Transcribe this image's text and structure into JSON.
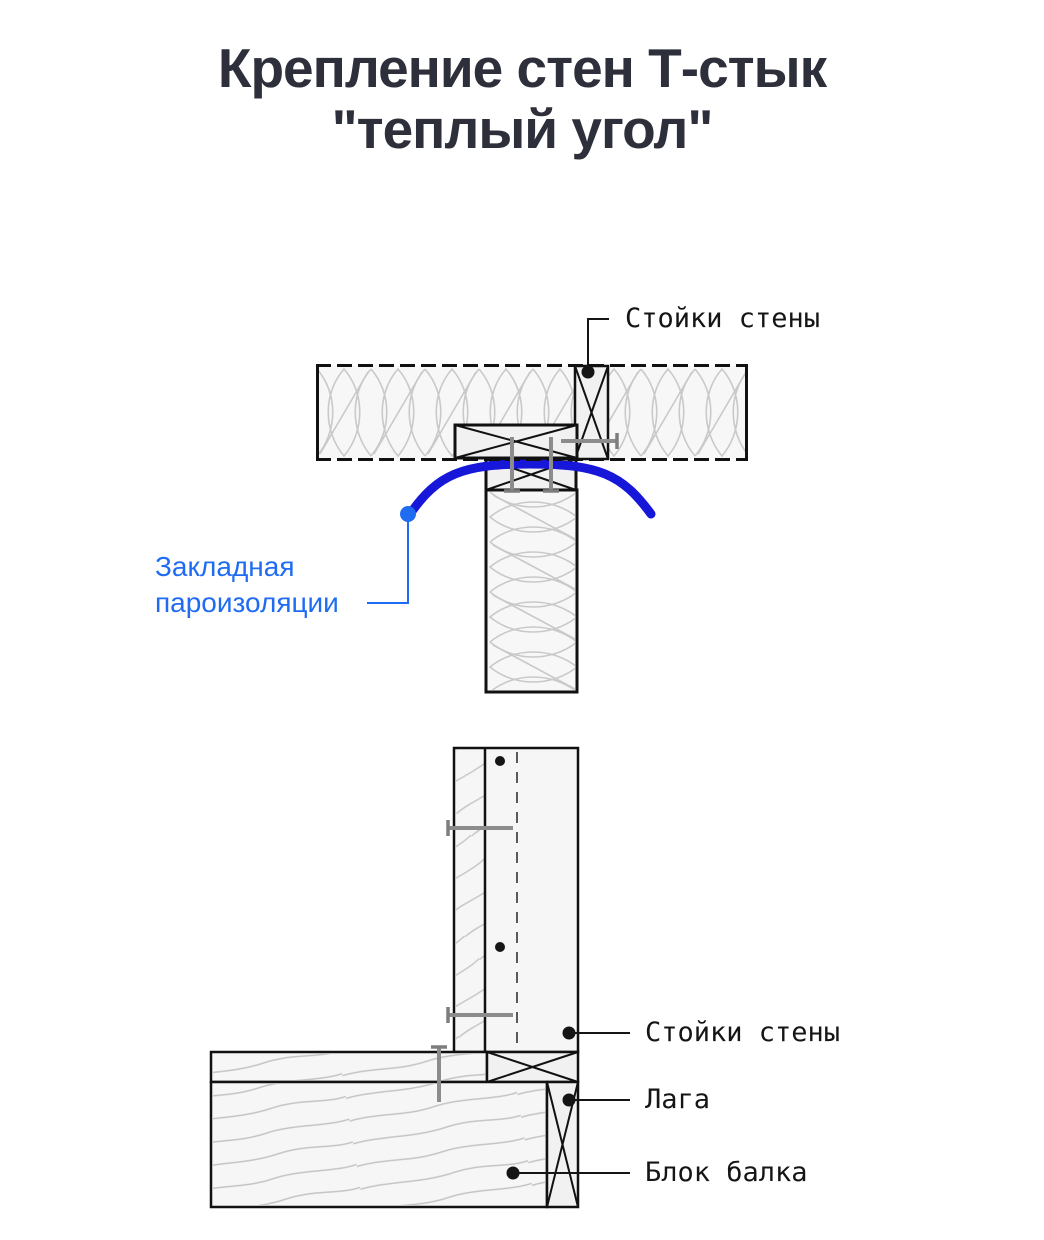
{
  "title": {
    "line1": "Крепление стен Т-стык",
    "line2": "\"теплый угол\""
  },
  "top_diagram": {
    "stud_label": "Стойки стены",
    "vapor_label_line1": "Закладная",
    "vapor_label_line2": "пароизоляции"
  },
  "bottom_diagram": {
    "stud_label": "Стойки стены",
    "joist_label": "Лага",
    "beam_label": "Блок балка"
  },
  "colors": {
    "title_text": "#2d2f3a",
    "label_text": "#151515",
    "accent_blue": "#1f6cf3",
    "vapor_barrier_blue": "#1617d9",
    "outline_black": "#111111",
    "insulation_grey": "#c9c9c9",
    "wood_grain_grey": "#c4c4c4",
    "screw_grey": "#8c8c8c"
  }
}
